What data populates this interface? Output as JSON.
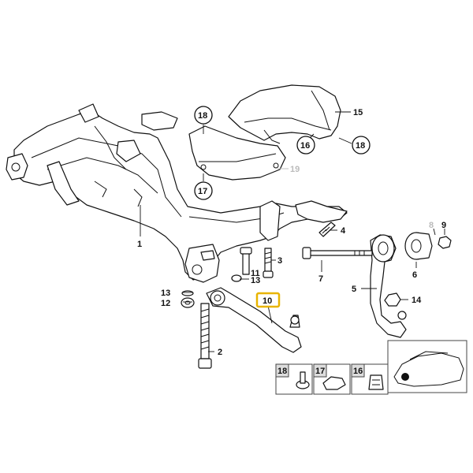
{
  "callouts": {
    "c1": "1",
    "c2": "2",
    "c3": "3",
    "c4": "4",
    "c5": "5",
    "c6": "6",
    "c7": "7",
    "c8": "8",
    "c9": "9",
    "c10": "10",
    "c11": "11",
    "c12": "12",
    "c13a": "13",
    "c13b": "13",
    "c14": "14",
    "c15": "15",
    "c16": "16",
    "c17": "17",
    "c18a": "18",
    "c18b": "18",
    "c19": "19"
  },
  "legend": {
    "item18": "18",
    "item17": "17",
    "item16": "16"
  },
  "highlight": {
    "part_number": "10",
    "color": "#e8b400"
  }
}
